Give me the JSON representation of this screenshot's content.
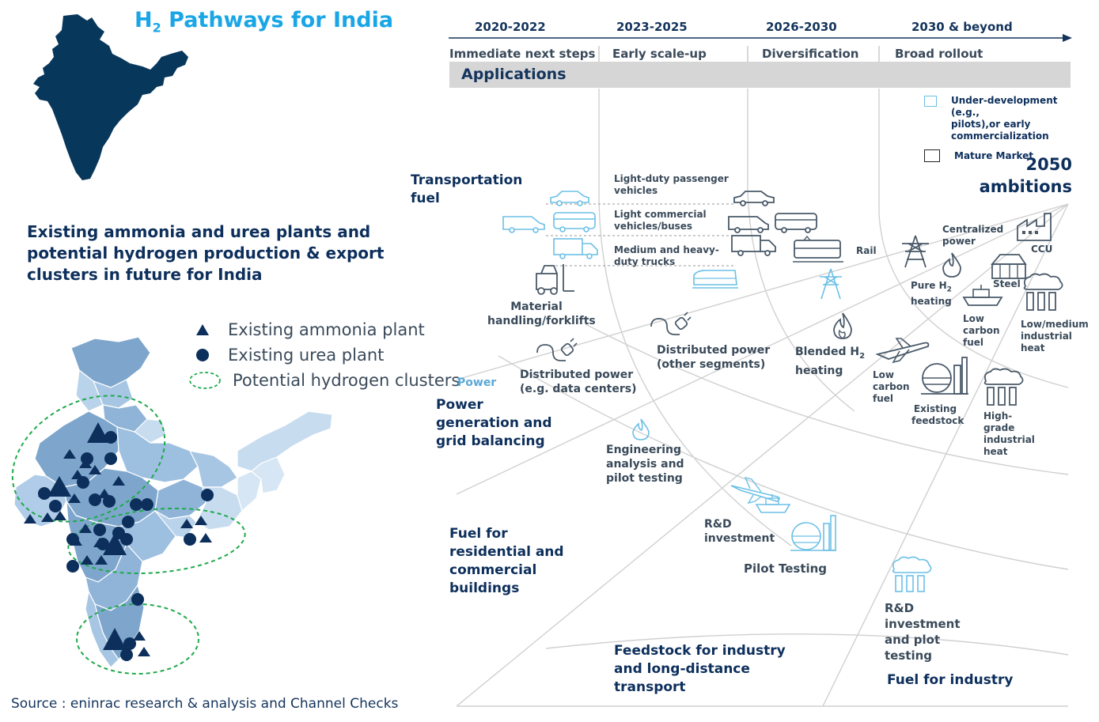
{
  "title": {
    "prefix": "H",
    "sub": "2",
    "rest": " Pathways for India"
  },
  "left": {
    "subtitle": [
      "Existing ammonia and urea plants and",
      "potential hydrogen production & export",
      "clusters in future for India"
    ],
    "legend": [
      {
        "icon": "triangle-icon",
        "label": "Existing ammonia plant"
      },
      {
        "icon": "circle-icon",
        "label": "Existing urea plant"
      },
      {
        "icon": "dashed-ellipse-icon",
        "label": "Potential hydrogen clusters"
      }
    ],
    "source": "Source : eninrac research & analysis and  Channel Checks"
  },
  "timeline": {
    "periods": [
      "2020-2022",
      "2023-2025",
      "2026-2030",
      "2030 & beyond"
    ],
    "phases": [
      "Immediate next steps",
      "Early scale-up",
      "Diversification",
      "Broad rollout"
    ],
    "applications": "Applications"
  },
  "key": {
    "under_dev": [
      "Under-development (e.g.,",
      "pilots),or early",
      "commercialization"
    ],
    "mature": "Mature Market"
  },
  "ambitions": [
    "2050",
    "ambitions"
  ],
  "categories": {
    "transport": [
      "Transportation",
      "fuel"
    ],
    "power_small": "Power",
    "power": [
      "Power",
      "generation and",
      "grid balancing"
    ],
    "buildings": [
      "Fuel for",
      "residential and",
      "commercial",
      "buildings"
    ],
    "feedstock": [
      "Feedstock for industry",
      "and long-distance",
      "transport"
    ],
    "industry": "Fuel for industry"
  },
  "labels": {
    "ldv": [
      "Light-duty passenger",
      "vehicles"
    ],
    "lcv": [
      "Light commercial",
      "vehicles/buses"
    ],
    "mhd": [
      "Medium and heavy-",
      "duty trucks"
    ],
    "rail": "Rail",
    "forklift": [
      "Material",
      "handling/forklifts"
    ],
    "dist_dc": [
      "Distributed power",
      "(e.g. data centers)"
    ],
    "dist_other": [
      "Distributed power",
      "(other segments)"
    ],
    "blended": [
      "Blended H",
      "2",
      "heating"
    ],
    "eng": [
      "Engineering",
      "analysis and",
      "pilot testing"
    ],
    "rnd1": [
      "R&D",
      "investment"
    ],
    "pilot": "Pilot Testing",
    "rnd2": [
      "R&D",
      "investment",
      "and plot",
      "testing"
    ],
    "central": [
      "Centralized",
      "power"
    ],
    "ccu": "CCU",
    "pure": [
      "Pure H",
      "2",
      "heating"
    ],
    "steel": "Steel",
    "lowcarbon1": [
      "Low",
      "carbon",
      "fuel"
    ],
    "lowmed": [
      "Low/medium",
      "industrial",
      "heat"
    ],
    "lowcarbon2": [
      "Low",
      "carbon",
      "fuel"
    ],
    "existing_fs": [
      "Existing",
      "feedstock"
    ],
    "highgrade": [
      "High-",
      "grade",
      "industrial",
      "heat"
    ]
  },
  "colors": {
    "navy": "#0d2f5c",
    "light_blue": "#1aa6e6",
    "icon_light": "#6cc0e6",
    "icon_dark": "#4a5a6a",
    "map_dark": "#08375c",
    "cluster": "#1eaa4a"
  }
}
